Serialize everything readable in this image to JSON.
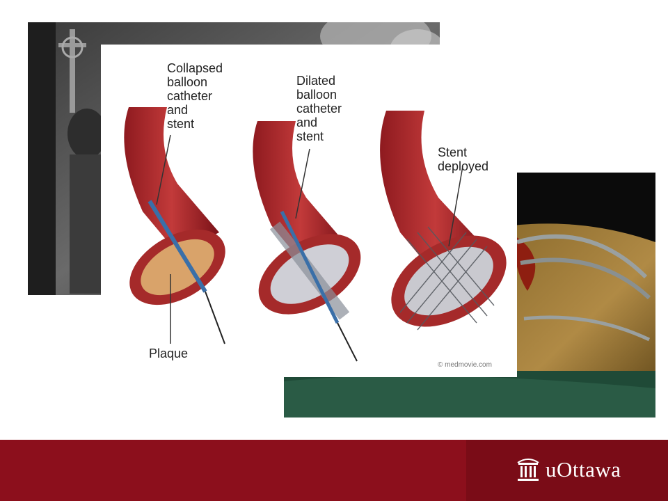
{
  "diagram": {
    "label_collapsed": [
      "Collapsed",
      "balloon",
      "catheter",
      "and",
      "stent"
    ],
    "label_dilated": [
      "Dilated",
      "balloon",
      "catheter",
      "and",
      "stent"
    ],
    "label_deployed": [
      "Stent",
      "deployed"
    ],
    "label_plaque": "Plaque",
    "credit": "© medmovie.com"
  },
  "footer": {
    "logo_text": "uOttawa",
    "logo_icon": "university-building-icon",
    "colors": {
      "primary": "#8c0f1c",
      "secondary": "#7a0c17"
    }
  },
  "images": {
    "bw_photo_icon": "historical-photo",
    "surgery_photo_icon": "surgery-photo"
  }
}
